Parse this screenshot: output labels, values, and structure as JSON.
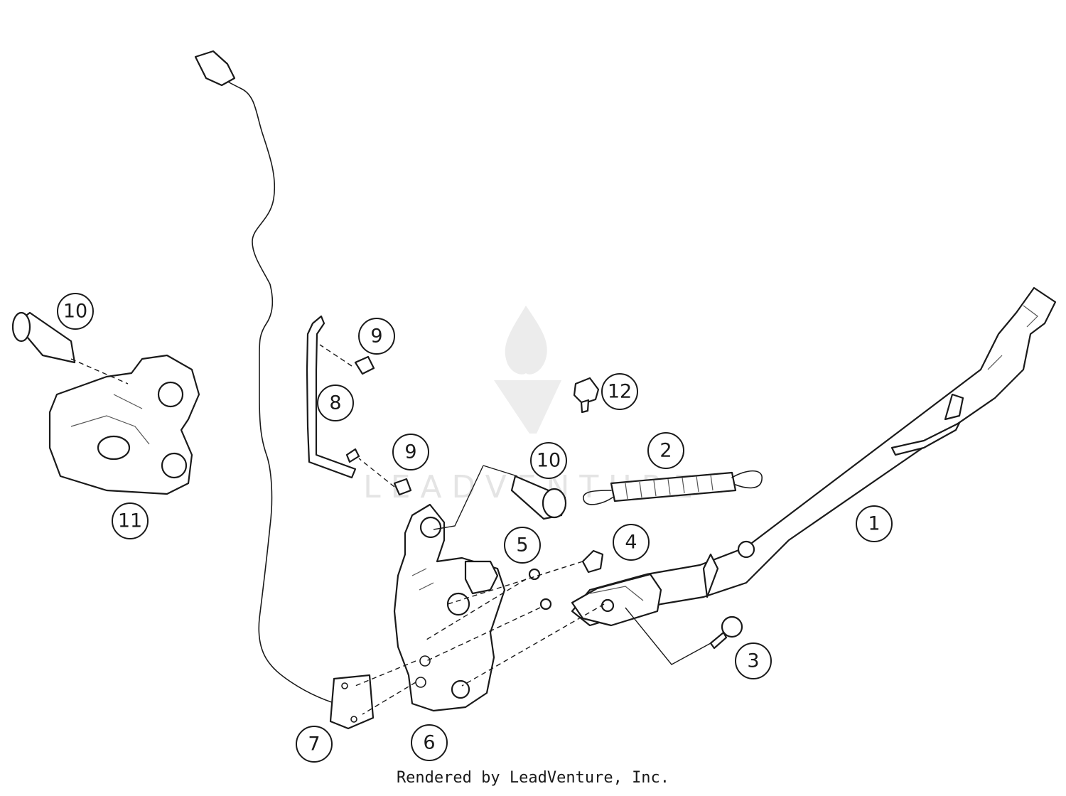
{
  "watermark": {
    "text": "LEADVENTURE"
  },
  "footer": {
    "text": "Rendered by LeadVenture, Inc."
  },
  "callouts": [
    {
      "id": "callout-1",
      "label": "1"
    },
    {
      "id": "callout-2",
      "label": "2"
    },
    {
      "id": "callout-3",
      "label": "3"
    },
    {
      "id": "callout-4",
      "label": "4"
    },
    {
      "id": "callout-5",
      "label": "5"
    },
    {
      "id": "callout-6",
      "label": "6"
    },
    {
      "id": "callout-7",
      "label": "7"
    },
    {
      "id": "callout-8",
      "label": "8"
    },
    {
      "id": "callout-9a",
      "label": "9"
    },
    {
      "id": "callout-9b",
      "label": "9"
    },
    {
      "id": "callout-10a",
      "label": "10"
    },
    {
      "id": "callout-10b",
      "label": "10"
    },
    {
      "id": "callout-11",
      "label": "11"
    },
    {
      "id": "callout-12",
      "label": "12"
    }
  ]
}
